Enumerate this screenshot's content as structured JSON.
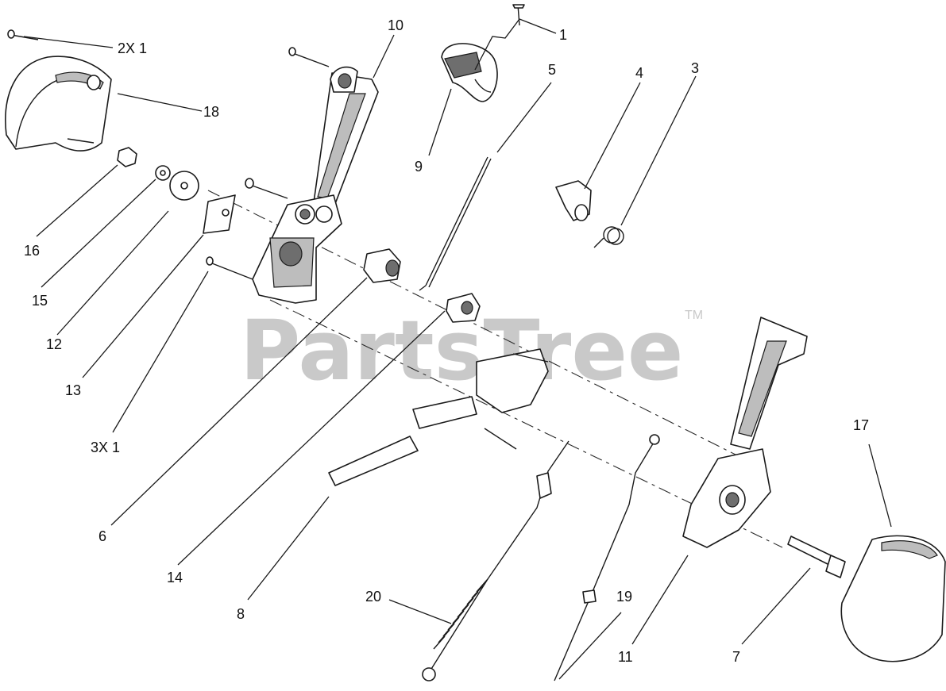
{
  "watermark": {
    "text": "PartsTree",
    "trademark": "TM"
  },
  "callouts": {
    "c1": "1",
    "c2x1": "2X 1",
    "c3": "3",
    "c3x1": "3X 1",
    "c4": "4",
    "c5": "5",
    "c6": "6",
    "c7": "7",
    "c8": "8",
    "c9": "9",
    "c10": "10",
    "c11": "11",
    "c12": "12",
    "c13": "13",
    "c14": "14",
    "c15": "15",
    "c16": "16",
    "c17": "17",
    "c18": "18",
    "c19": "19",
    "c20": "20"
  },
  "colors": {
    "line": "#1a1a1a",
    "watermark": "#c9c9c9",
    "background": "#ffffff"
  }
}
